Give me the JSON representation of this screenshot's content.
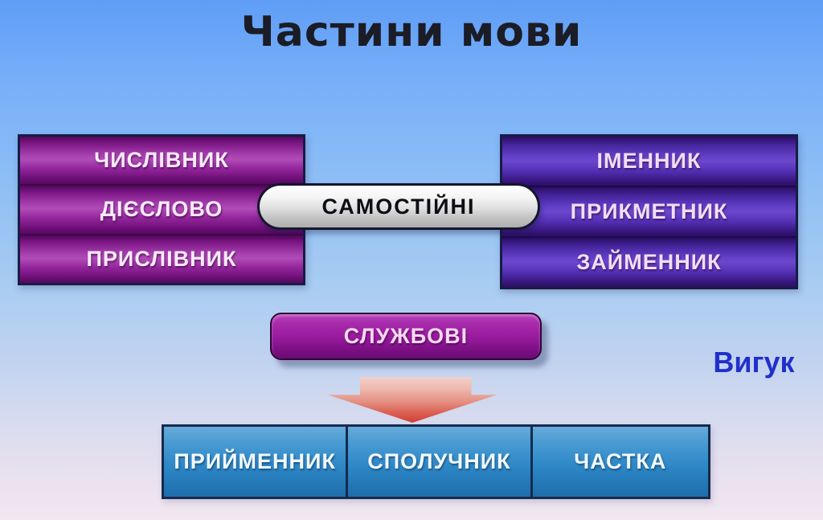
{
  "title": "Частини мови",
  "independent": {
    "label": "САМОСТІЙНІ",
    "left_items": [
      "ЧИСЛІВНИК",
      "ДІЄСЛОВО",
      "ПРИСЛІВНИК"
    ],
    "right_items": [
      "ІМЕННИК",
      "ПРИКМЕТНИК",
      "ЗАЙМЕННИК"
    ]
  },
  "service": {
    "label": "СЛУЖБОВІ",
    "items": [
      "ПРИЙМЕННИК",
      "СПОЛУЧНИК",
      "ЧАСТКА"
    ]
  },
  "interjection": {
    "label": "Вигук"
  },
  "icons": {
    "arrow": "down-arrow-icon"
  },
  "colors": {
    "background_top": "#5f9df6",
    "background_bottom": "#f2e7f0",
    "left_bar_purple": "#9a2fa2",
    "right_bar_indigo": "#5330b4",
    "capsule_silver": "#dedede",
    "service_magenta": "#951a9b",
    "bottom_cell_blue": "#2c85c4",
    "arrow_red": "#d13c33",
    "interjection_blue": "#2130cb",
    "title_text": "#1b1c26"
  }
}
